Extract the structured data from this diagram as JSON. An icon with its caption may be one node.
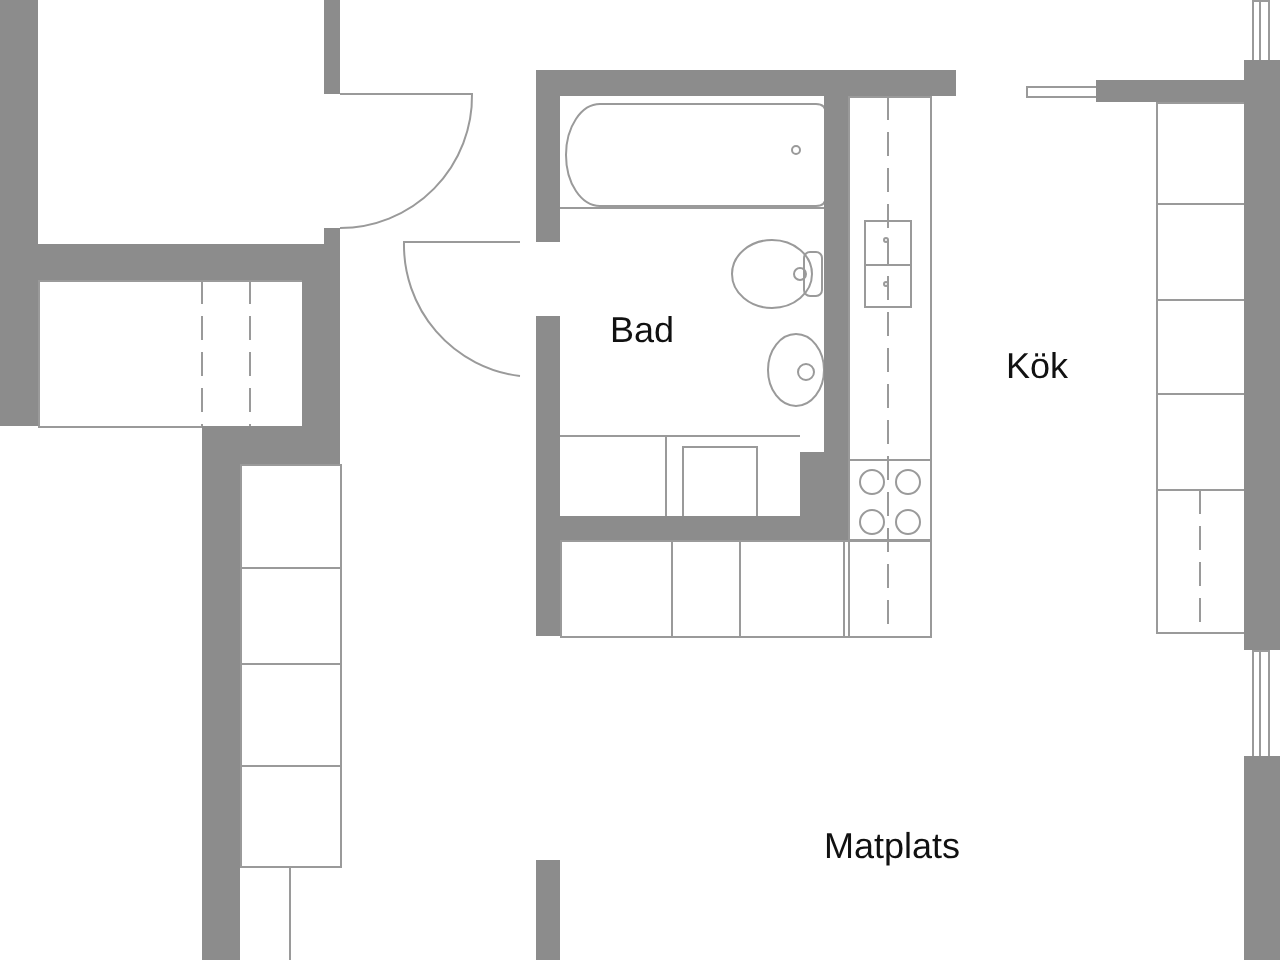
{
  "diagram": {
    "labels": [
      "Bad",
      "Kök",
      "Matplats"
    ]
  }
}
